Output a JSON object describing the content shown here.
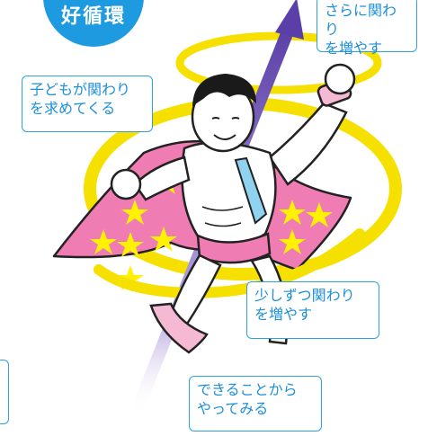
{
  "badge": {
    "text": "好循環",
    "color": "#1e9be0"
  },
  "labels": {
    "top_right": "さらに関わり\nを増やす",
    "left": "子どもが関わり\nを求めてくる",
    "mid_right": "少しずつ関わり\nを増やす",
    "bottom_right": "できることから\nやってみる"
  },
  "colors": {
    "arrow": "#5a3fa8",
    "spiral": "#f5e000",
    "cape": "#f07cb4",
    "suit": "#f6b9d4",
    "star": "#fff200",
    "tie": "#8fd3f0",
    "label_border": "#2e9fe3",
    "label_text": "#1c8fd8"
  }
}
